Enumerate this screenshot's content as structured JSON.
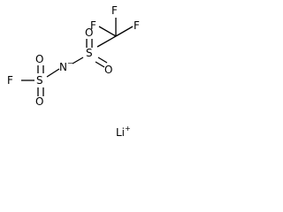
{
  "molecule": {
    "atoms": {
      "f_top": "F",
      "f_right": "F",
      "f_left": "F",
      "s_right": "S",
      "o_s1_top": "O",
      "o_s1_bottom": "O",
      "n": "N",
      "n_charge": "−",
      "s_left": "S",
      "o_s2_top": "O",
      "o_s2_bottom": "O",
      "f_sulfonyl": "F",
      "li": "Li",
      "li_charge": "+"
    }
  },
  "colors": {
    "bond": "#000000",
    "text": "#000000",
    "background": "#ffffff"
  }
}
